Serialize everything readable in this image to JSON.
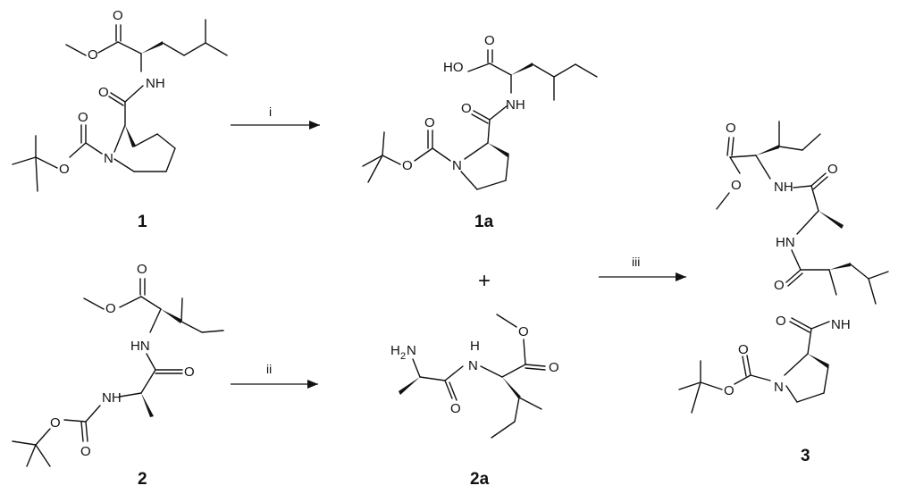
{
  "compounds": {
    "c1": "1",
    "c1a": "1a",
    "c2": "2",
    "c2a": "2a",
    "c3": "3"
  },
  "conditions": {
    "step1": "i",
    "step2": "ii",
    "step3": "iii"
  },
  "plus": "+",
  "atoms": {
    "O": "O",
    "N": "N",
    "NH": "NH",
    "HN": "HN",
    "H": "H",
    "HO": "HO",
    "H2N_H": "H",
    "H2N_2": "2",
    "H2N_N": "N"
  }
}
